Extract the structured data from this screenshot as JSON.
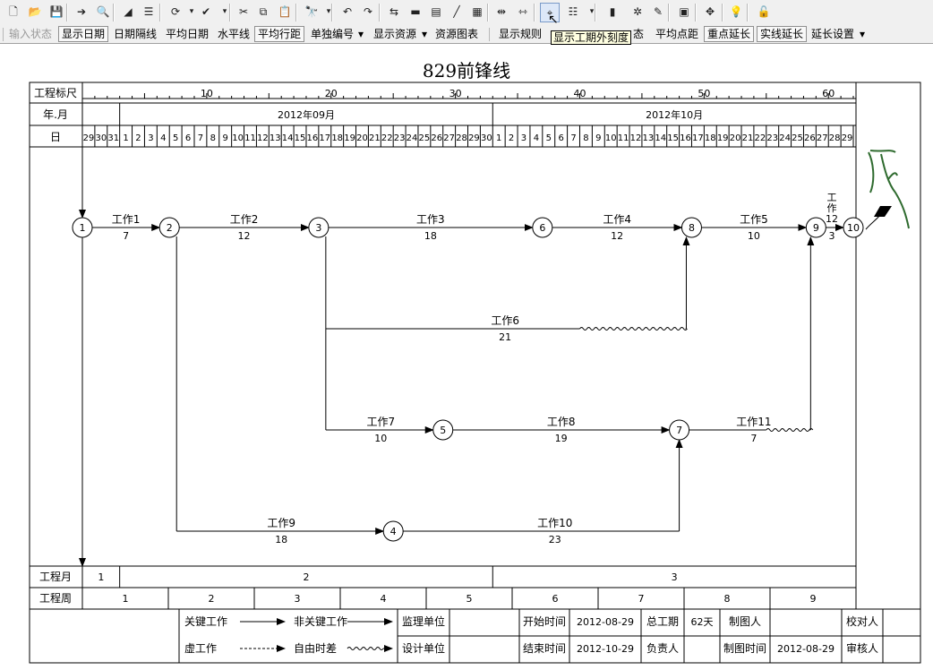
{
  "toolbar": {
    "buttons": [
      {
        "name": "new-icon",
        "glyph": "🗋"
      },
      {
        "name": "open-icon",
        "glyph": "📂"
      },
      {
        "name": "save-icon",
        "glyph": "💾"
      },
      {
        "name": "export-icon",
        "glyph": "➔"
      },
      {
        "name": "print-preview-icon",
        "glyph": "🔍"
      },
      {
        "name": "triangle-icon",
        "glyph": "◢"
      },
      {
        "name": "format-icon",
        "glyph": "☰"
      },
      {
        "name": "refresh-icon",
        "glyph": "⟳"
      },
      {
        "name": "check-icon",
        "glyph": "✔"
      },
      {
        "name": "cut-icon",
        "glyph": "✂"
      },
      {
        "name": "copy-icon",
        "glyph": "⧉"
      },
      {
        "name": "paste-icon",
        "glyph": "📋"
      },
      {
        "name": "find-icon",
        "glyph": "🔭"
      },
      {
        "name": "undo-icon",
        "glyph": "↶"
      },
      {
        "name": "redo-icon",
        "glyph": "↷"
      },
      {
        "name": "network-icon",
        "glyph": "⇆"
      },
      {
        "name": "bar-red-icon",
        "glyph": "▬"
      },
      {
        "name": "bar-list-icon",
        "glyph": "▤"
      },
      {
        "name": "line-icon",
        "glyph": "╱"
      },
      {
        "name": "building-icon",
        "glyph": "▦"
      },
      {
        "name": "split-icon",
        "glyph": "⇹"
      },
      {
        "name": "merge-icon",
        "glyph": "⇿"
      },
      {
        "name": "time-scale-icon",
        "glyph": "⌖"
      },
      {
        "name": "align-icon",
        "glyph": "☷"
      },
      {
        "name": "chart-icon",
        "glyph": "▮"
      },
      {
        "name": "resource-icon",
        "glyph": "✲"
      },
      {
        "name": "edit-icon",
        "glyph": "✎"
      },
      {
        "name": "monitor-icon",
        "glyph": "▣"
      },
      {
        "name": "move-icon",
        "glyph": "✥"
      },
      {
        "name": "bulb-icon",
        "glyph": "💡"
      },
      {
        "name": "unlock-icon",
        "glyph": "🔓"
      }
    ],
    "row2": {
      "input_state": "输入状态",
      "show_date": "显示日期",
      "date_gap": "日期隔线",
      "avg_date": "平均日期",
      "hline": "水平线",
      "avg_row": "平均行距",
      "single_no": "单独编号",
      "show_res": "显示资源",
      "res_chart": "资源图表",
      "show_rule": "显示规则",
      "tooltip_partial": "态",
      "avg_point": "平均点距",
      "key_extend": "重点延长",
      "real_extend": "实线延长",
      "extend_set": "延长设置"
    },
    "tooltip": "显示工期外刻度"
  },
  "chart_title": "829前锋线",
  "header": {
    "ruler_label": "工程标尺",
    "ym_label": "年.月",
    "day_label": "日",
    "ruler_ticks": [
      "10",
      "20",
      "30",
      "40",
      "50",
      "60"
    ],
    "months": [
      "2012年09月",
      "2012年10月"
    ],
    "days": [
      "29",
      "30",
      "31",
      "1",
      "2",
      "3",
      "4",
      "5",
      "6",
      "7",
      "8",
      "9",
      "10",
      "11",
      "12",
      "13",
      "14",
      "15",
      "16",
      "17",
      "18",
      "19",
      "20",
      "21",
      "22",
      "23",
      "24",
      "25",
      "26",
      "27",
      "28",
      "29",
      "30",
      "1",
      "2",
      "3",
      "4",
      "5",
      "6",
      "7",
      "8",
      "9",
      "10",
      "11",
      "12",
      "13",
      "14",
      "15",
      "16",
      "17",
      "18",
      "19",
      "20",
      "21",
      "22",
      "23",
      "24",
      "25",
      "26",
      "27",
      "28",
      "29"
    ]
  },
  "nodes": [
    "1",
    "2",
    "3",
    "6",
    "8",
    "9",
    "10",
    "5",
    "7",
    "4"
  ],
  "tasks": [
    {
      "name": "工作1",
      "dur": "7"
    },
    {
      "name": "工作2",
      "dur": "12"
    },
    {
      "name": "工作3",
      "dur": "18"
    },
    {
      "name": "工作4",
      "dur": "12"
    },
    {
      "name": "工作5",
      "dur": "10"
    },
    {
      "name": "工作12",
      "dur": "3"
    },
    {
      "name": "工作6",
      "dur": "21"
    },
    {
      "name": "工作7",
      "dur": "10"
    },
    {
      "name": "工作8",
      "dur": "19"
    },
    {
      "name": "工作11",
      "dur": "7"
    },
    {
      "name": "工作9",
      "dur": "18"
    },
    {
      "name": "工作10",
      "dur": "23"
    }
  ],
  "footer_rows": {
    "month_label": "工程月",
    "months": [
      "1",
      "2",
      "3"
    ],
    "week_label": "工程周",
    "weeks": [
      "1",
      "2",
      "3",
      "4",
      "5",
      "6",
      "7",
      "8",
      "9"
    ]
  },
  "legend": {
    "critical": "关键工作",
    "noncritical": "非关键工作",
    "dummy": "虚工作",
    "free_float": "自由时差"
  },
  "info": {
    "supervisor": "监理单位",
    "designer": "设计单位",
    "start_label": "开始时间",
    "start_value": "2012-08-29",
    "end_label": "结束时间",
    "end_value": "2012-10-29",
    "total_label": "总工期",
    "total_value": "62天",
    "owner_label": "负责人",
    "drawer_label": "制图人",
    "draw_time_label": "制图时间",
    "draw_time_value": "2012-08-29",
    "checker_label": "校对人",
    "reviewer_label": "审核人"
  }
}
